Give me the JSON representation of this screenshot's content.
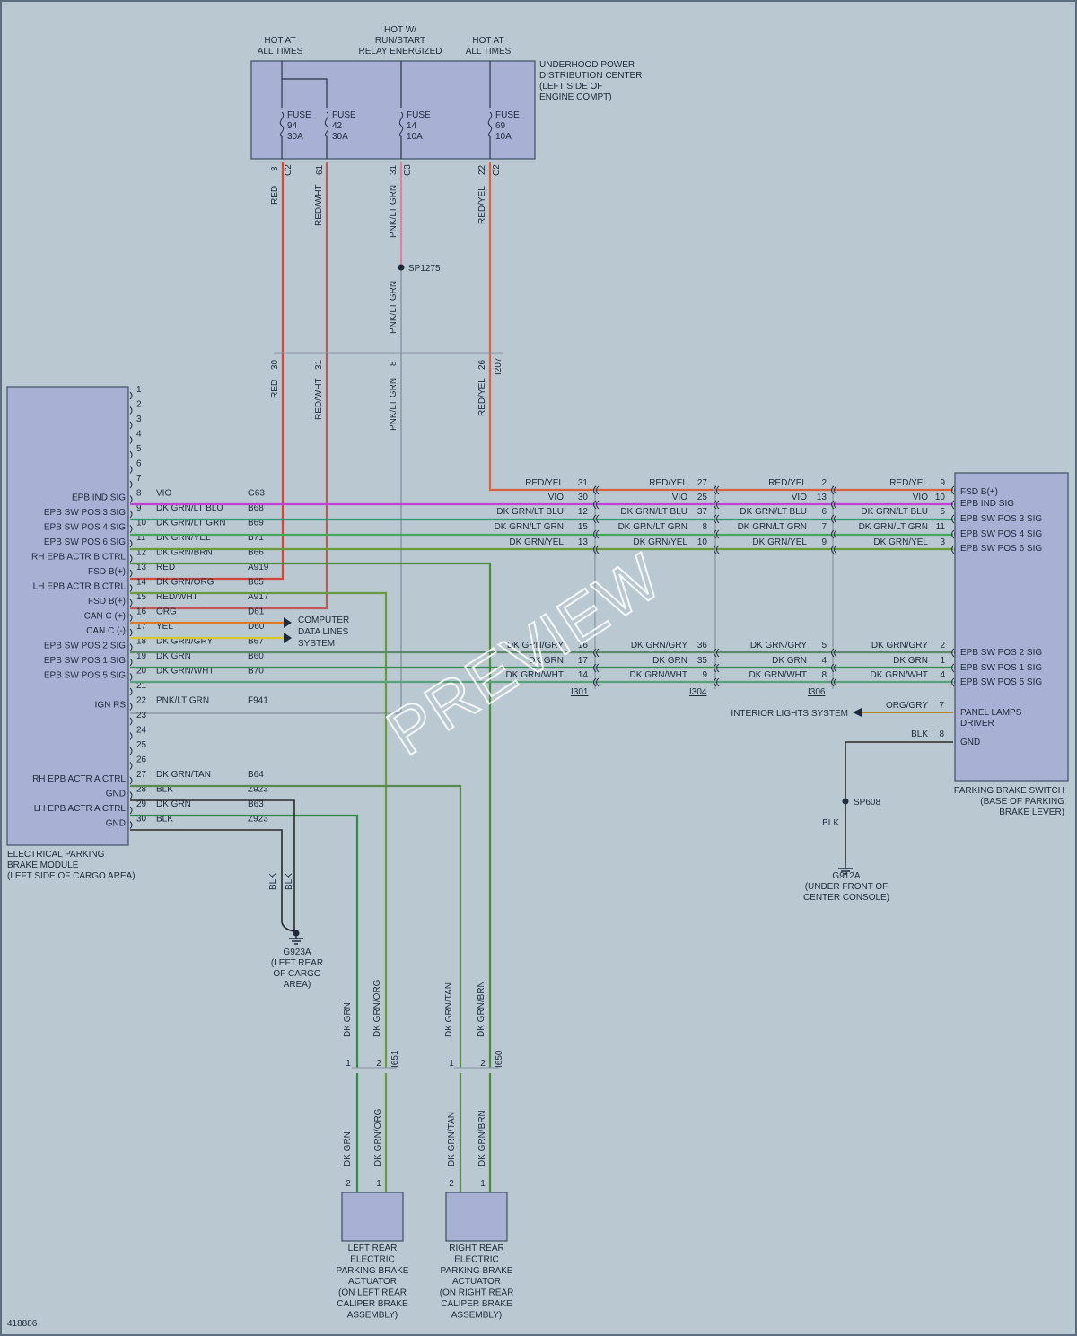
{
  "figure_id": "418886",
  "watermark": "PREVIEW",
  "colors": {
    "red": "#d2473a",
    "red_yel": "#d8623e",
    "red_wht": "#c0585a",
    "pnk_lt_grn": "#d08aa8",
    "vio": "#c040d8",
    "dk_grn_lt_blu": "#2f9a74",
    "dk_grn_lt_grn": "#3faa58",
    "dk_grn_yel": "#6a9a3a",
    "dk_grn_brn": "#4d8a3a",
    "dk_grn_org": "#6a9a40",
    "org": "#e07a28",
    "yel": "#d6c82a",
    "dk_grn_gry": "#5b8a6a",
    "dk_grn": "#2f8a4a",
    "dk_grn_wht": "#5aa07a",
    "dk_grn_tan": "#5a8a50",
    "blk": "#2a2a2a",
    "org_gry": "#c0802a",
    "gray": "#8a96a2"
  },
  "pdc": {
    "label_lines": [
      "UNDERHOOD POWER",
      "DISTRIBUTION CENTER",
      "(LEFT SIDE OF",
      "ENGINE COMPT)"
    ],
    "hot_left": [
      "HOT AT",
      "ALL TIMES"
    ],
    "hot_mid": [
      "HOT W/",
      "RUN/START",
      "RELAY ENERGIZED"
    ],
    "hot_right": [
      "HOT AT",
      "ALL TIMES"
    ],
    "fuses": [
      {
        "word": "FUSE",
        "num": "94",
        "amp": "30A",
        "pin": "3",
        "conn": "C2",
        "wire": "RED"
      },
      {
        "word": "FUSE",
        "num": "42",
        "amp": "30A",
        "pin": "61",
        "conn": "",
        "wire": "RED/WHT"
      },
      {
        "word": "FUSE",
        "num": "14",
        "amp": "10A",
        "pin": "31",
        "conn": "C3",
        "wire": "PNK/LT GRN"
      },
      {
        "word": "FUSE",
        "num": "69",
        "amp": "10A",
        "pin": "22",
        "conn": "C2",
        "wire": "RED/YEL"
      }
    ]
  },
  "splice1275": "SP1275",
  "pnk_lt_grn_label": "PNK/LT GRN",
  "conn_i207": {
    "name": "I207",
    "pins": [
      "30",
      "31",
      "8",
      "26"
    ],
    "wires": [
      "RED",
      "RED/WHT",
      "PNK/LT GRN",
      "RED/YEL"
    ]
  },
  "epb_module": {
    "label_lines": [
      "ELECTRICAL PARKING",
      "BRAKE MODULE",
      "(LEFT SIDE OF CARGO AREA)"
    ],
    "pins": [
      {
        "n": "1",
        "sig": "",
        "color": "",
        "circ": ""
      },
      {
        "n": "2",
        "sig": "",
        "color": "",
        "circ": ""
      },
      {
        "n": "3",
        "sig": "",
        "color": "",
        "circ": ""
      },
      {
        "n": "4",
        "sig": "",
        "color": "",
        "circ": ""
      },
      {
        "n": "5",
        "sig": "",
        "color": "",
        "circ": ""
      },
      {
        "n": "6",
        "sig": "",
        "color": "",
        "circ": ""
      },
      {
        "n": "7",
        "sig": "",
        "color": "",
        "circ": ""
      },
      {
        "n": "8",
        "sig": "EPB IND SIG",
        "color": "VIO",
        "circ": "G63"
      },
      {
        "n": "9",
        "sig": "EPB SW POS 3 SIG",
        "color": "DK GRN/LT BLU",
        "circ": "B68"
      },
      {
        "n": "10",
        "sig": "EPB SW POS 4 SIG",
        "color": "DK GRN/LT GRN",
        "circ": "B69"
      },
      {
        "n": "11",
        "sig": "EPB SW POS 6 SIG",
        "color": "DK GRN/YEL",
        "circ": "B71"
      },
      {
        "n": "12",
        "sig": "RH EPB ACTR B CTRL",
        "color": "DK GRN/BRN",
        "circ": "B66"
      },
      {
        "n": "13",
        "sig": "FSD B(+)",
        "color": "RED",
        "circ": "A919"
      },
      {
        "n": "14",
        "sig": "LH EPB ACTR B CTRL",
        "color": "DK GRN/ORG",
        "circ": "B65"
      },
      {
        "n": "15",
        "sig": "FSD B(+)",
        "color": "RED/WHT",
        "circ": "A917"
      },
      {
        "n": "16",
        "sig": "CAN C (+)",
        "color": "ORG",
        "circ": "D61"
      },
      {
        "n": "17",
        "sig": "CAN C (-)",
        "color": "YEL",
        "circ": "D60"
      },
      {
        "n": "18",
        "sig": "EPB SW POS 2 SIG",
        "color": "DK GRN/GRY",
        "circ": "B67"
      },
      {
        "n": "19",
        "sig": "EPB SW POS 1 SIG",
        "color": "DK GRN",
        "circ": "B60"
      },
      {
        "n": "20",
        "sig": "EPB SW POS 5 SIG",
        "color": "DK GRN/WHT",
        "circ": "B70"
      },
      {
        "n": "21",
        "sig": "",
        "color": "",
        "circ": ""
      },
      {
        "n": "22",
        "sig": "IGN RS",
        "color": "PNK/LT GRN",
        "circ": "F941"
      },
      {
        "n": "23",
        "sig": "",
        "color": "",
        "circ": ""
      },
      {
        "n": "24",
        "sig": "",
        "color": "",
        "circ": ""
      },
      {
        "n": "25",
        "sig": "",
        "color": "",
        "circ": ""
      },
      {
        "n": "26",
        "sig": "",
        "color": "",
        "circ": ""
      },
      {
        "n": "27",
        "sig": "RH EPB ACTR A CTRL",
        "color": "DK GRN/TAN",
        "circ": "B64"
      },
      {
        "n": "28",
        "sig": "GND",
        "color": "BLK",
        "circ": "Z923"
      },
      {
        "n": "29",
        "sig": "LH EPB ACTR A CTRL",
        "color": "DK GRN",
        "circ": "B63"
      },
      {
        "n": "30",
        "sig": "GND",
        "color": "BLK",
        "circ": "Z923"
      }
    ]
  },
  "data_lines": [
    "COMPUTER",
    "DATA LINES",
    "SYSTEM"
  ],
  "inline_upper": [
    {
      "wire": "RED/YEL",
      "a": "31",
      "b": "27",
      "c": "2",
      "s": "9"
    },
    {
      "wire": "VIO",
      "a": "30",
      "b": "25",
      "c": "13",
      "s": "10"
    },
    {
      "wire": "DK GRN/LT BLU",
      "a": "12",
      "b": "37",
      "c": "6",
      "s": "5"
    },
    {
      "wire": "DK GRN/LT GRN",
      "a": "15",
      "b": "8",
      "c": "7",
      "s": "11"
    },
    {
      "wire": "DK GRN/YEL",
      "a": "13",
      "b": "10",
      "c": "9",
      "s": "3"
    }
  ],
  "inline_lower": [
    {
      "wire": "DK GRN/GRY",
      "a": "16",
      "b": "36",
      "c": "5",
      "s": "2"
    },
    {
      "wire": "DK GRN",
      "a": "17",
      "b": "35",
      "c": "4",
      "s": "1"
    },
    {
      "wire": "DK GRN/WHT",
      "a": "14",
      "b": "9",
      "c": "8",
      "s": "4"
    }
  ],
  "inline_conns": [
    "I301",
    "I304",
    "I306"
  ],
  "switch": {
    "label_lines": [
      "PARKING BRAKE SWITCH",
      "(BASE OF PARKING",
      "BRAKE LEVER)"
    ],
    "pins_upper": [
      "FSD B(+)",
      "EPB IND SIG",
      "EPB SW POS 3 SIG",
      "EPB SW POS 4 SIG",
      "EPB SW POS 6 SIG"
    ],
    "pins_lower": [
      "EPB SW POS 2 SIG",
      "EPB SW POS 1 SIG",
      "EPB SW POS 5 SIG"
    ],
    "panel_lamps": [
      "PANEL LAMPS",
      "DRIVER"
    ],
    "gnd": "GND",
    "panel_wire": "ORG/GRY",
    "panel_pin": "7",
    "gnd_wire": "BLK",
    "gnd_pin": "8"
  },
  "interior": "INTERIOR LIGHTS SYSTEM",
  "sp608": "SP608",
  "blk": "BLK",
  "g912": [
    "G912A",
    "(UNDER FRONT OF",
    "CENTER CONSOLE)"
  ],
  "g923": [
    "G923A",
    "(LEFT REAR",
    "OF CARGO",
    "AREA)"
  ],
  "conn_i651": {
    "name": "I651",
    "p1": "1",
    "p2": "2",
    "w1": "DK GRN",
    "w2": "DK GRN/ORG"
  },
  "conn_i650": {
    "name": "I650",
    "p1": "1",
    "p2": "2",
    "w1": "DK GRN/TAN",
    "w2": "DK GRN/BRN"
  },
  "left_actuator": {
    "label": [
      "LEFT REAR",
      "ELECTRIC",
      "PARKING BRAKE",
      "ACTUATOR",
      "(ON LEFT REAR",
      "CALIPER BRAKE",
      "ASSEMBLY)"
    ],
    "p1": "2",
    "p2": "1",
    "w1": "DK GRN",
    "w2": "DK GRN/ORG"
  },
  "right_actuator": {
    "label": [
      "RIGHT REAR",
      "ELECTRIC",
      "PARKING BRAKE",
      "ACTUATOR",
      "(ON RIGHT REAR",
      "CALIPER BRAKE",
      "ASSEMBLY)"
    ],
    "p1": "2",
    "p2": "1",
    "w1": "DK GRN/TAN",
    "w2": "DK GRN/BRN"
  }
}
